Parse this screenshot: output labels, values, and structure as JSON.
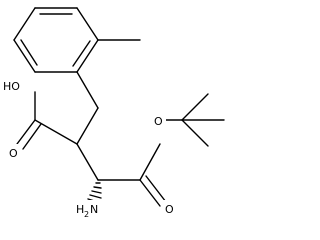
{
  "atom_labels": {
    "hydroxyl": "HO",
    "carbonyl_oxygen_acid": "O",
    "ester_oxygen": "O",
    "carbonyl_oxygen_ester": "O",
    "amine_main": "H",
    "amine_subscript": "2",
    "amine_nitrogen": "N"
  },
  "colors": {
    "bond": "#000000",
    "background": "#ffffff"
  }
}
